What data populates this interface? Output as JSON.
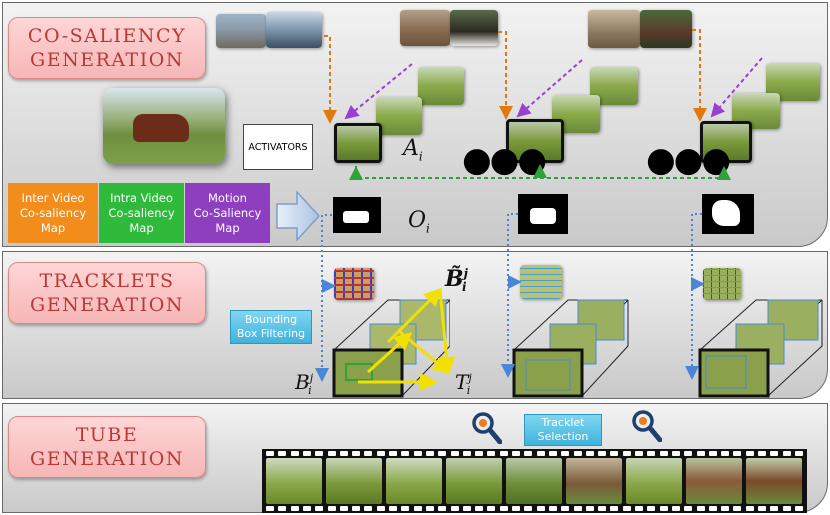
{
  "sections": {
    "cosaliency": {
      "title": "CO-SALIENCY\nGENERATION"
    },
    "tracklets": {
      "title": "TRACKLETS\nGENERATION"
    },
    "tube": {
      "title": "TUBE\nGENERATION"
    }
  },
  "maps": [
    {
      "label": "Inter Video\nCo-saliency\nMap",
      "color": "#f28c1a"
    },
    {
      "label": "Intra Video\nCo-saliency\nMap",
      "color": "#2fba3b"
    },
    {
      "label": "Motion\nCo-Saliency\nMap",
      "color": "#8d3fbf"
    }
  ],
  "activators_label": "ACTIVATORS",
  "math": {
    "A": "A",
    "A_sub": "i",
    "O": "O",
    "O_sub": "i",
    "Bt": "B̃",
    "Bt_sup": "j",
    "Bt_sub": "i",
    "B": "B",
    "B_sup": "j",
    "B_sub": "i",
    "T": "T",
    "T_sup": "j",
    "T_sub": "i"
  },
  "buttons": {
    "bbox_filter": "Bounding\nBox Filtering",
    "tracklet_selection": "Tracklet\nSelection"
  },
  "ellipsis": "●●●",
  "icons": [
    "magnifier-gear-icon",
    "magnifier-gear-icon"
  ],
  "colors": {
    "arrow_orange": "#e07a10",
    "arrow_purple": "#9b3fd0",
    "arrow_green": "#2fa33a",
    "arrow_blue": "#4a86d6",
    "arrow_yellow": "#f2e000",
    "label_text": "#b93838"
  }
}
